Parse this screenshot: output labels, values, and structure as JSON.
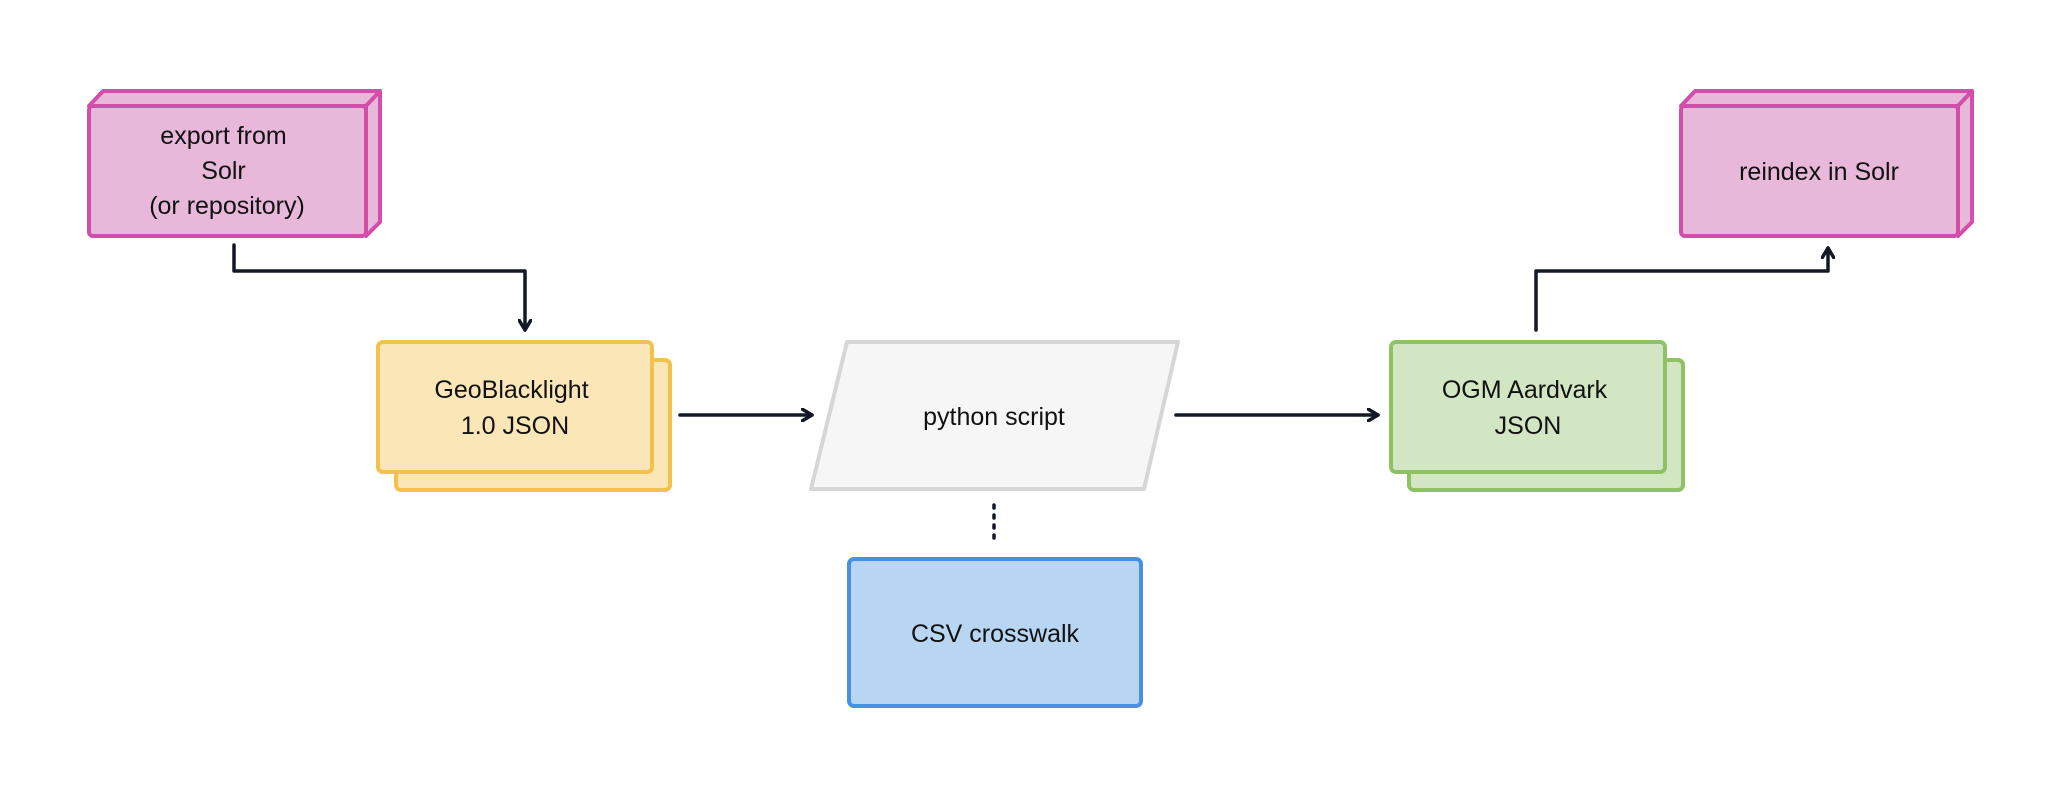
{
  "colors": {
    "solr_fill": "#e8b8da",
    "solr_stroke": "#d14eab",
    "gbl_fill": "#fbe6b8",
    "gbl_stroke": "#f2c14e",
    "script_fill": "#f6f6f6",
    "script_stroke": "#d6d6d6",
    "aardvark_fill": "#d3e6c3",
    "aardvark_stroke": "#8ec262",
    "crosswalk_fill": "#b8d5f2",
    "crosswalk_stroke": "#4a90e2",
    "edge": "#121826"
  },
  "nodes": {
    "export": {
      "shape": "3d-box",
      "lines": [
        "export from",
        "Solr",
        "(or repository)"
      ]
    },
    "gbl_json": {
      "shape": "stacked-documents",
      "lines": [
        "GeoBlacklight",
        "1.0 JSON"
      ]
    },
    "script": {
      "shape": "parallelogram",
      "lines": [
        "python script"
      ]
    },
    "aardvark_json": {
      "shape": "stacked-documents",
      "lines": [
        "OGM Aardvark",
        "JSON"
      ]
    },
    "reindex": {
      "shape": "3d-box",
      "lines": [
        "reindex in Solr"
      ]
    },
    "crosswalk": {
      "shape": "rectangle",
      "lines": [
        "CSV crosswalk"
      ]
    }
  },
  "edges": [
    {
      "from": "export",
      "to": "gbl_json",
      "style": "arrow"
    },
    {
      "from": "gbl_json",
      "to": "script",
      "style": "arrow"
    },
    {
      "from": "script",
      "to": "aardvark_json",
      "style": "arrow"
    },
    {
      "from": "aardvark_json",
      "to": "reindex",
      "style": "arrow"
    },
    {
      "from": "script",
      "to": "crosswalk",
      "style": "dotted"
    }
  ]
}
